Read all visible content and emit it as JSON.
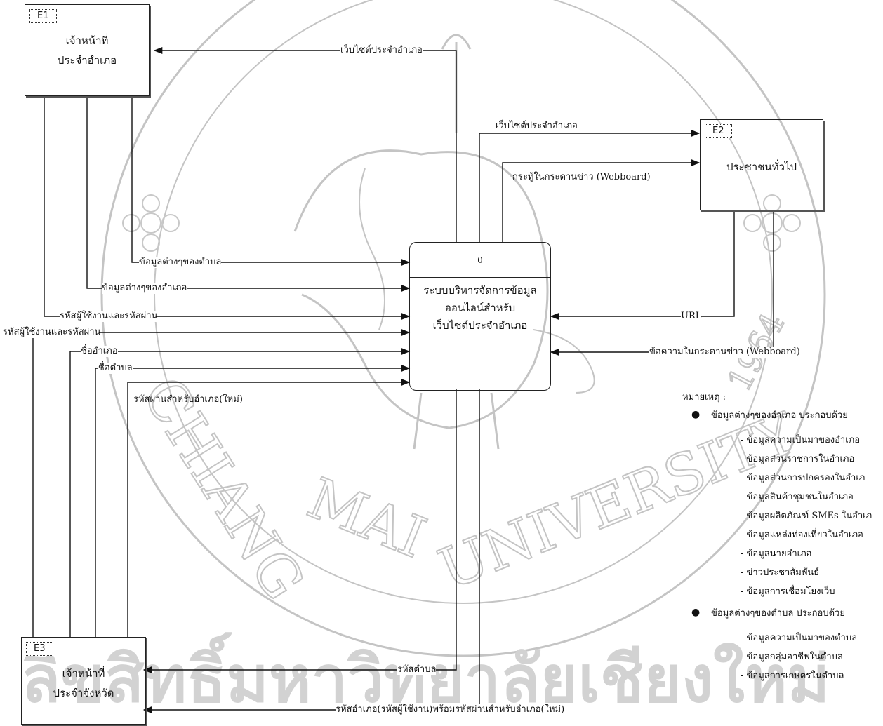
{
  "entities": {
    "e1": {
      "id": "E1",
      "name_line1": "เจ้าหน้าที่",
      "name_line2": "ประจำอำเภอ"
    },
    "e2": {
      "id": "E2",
      "name_line1": "ประชาชนทั่วไป",
      "name_line2": ""
    },
    "e3": {
      "id": "E3",
      "name_line1": "เจ้าหน้าที่",
      "name_line2": "ประจำจังหวัด"
    }
  },
  "process": {
    "id": "0",
    "name_line1": "ระบบบริหารจัดการข้อมูล",
    "name_line2": "ออนไลน์สำหรับ",
    "name_line3": "เว็บไซต์ประจำอำเภอ"
  },
  "flows": {
    "web_to_e1": "เว็บไซต์ประจำอำเภอ",
    "web_to_e2": "เว็บไซต์ประจำอำเภอ",
    "webboard_to_e2": "กระทู้ในกระดานข่าว (Webboard)",
    "tambon_info": "ข้อมูลต่างๆของตำบล",
    "amphoe_info": "ข้อมูลต่างๆของอำเภอ",
    "userpass_e1": "รหัสผู้ใช้งานและรหัสผ่าน",
    "userpass_e3": "รหัสผู้ใช้งานและรหัสผ่าน",
    "amphoe_name": "ชื่ออำเภอ",
    "tambon_name": "ชื่อตำบล",
    "new_password": "รหัสผ่านสำหรับอำเภอ(ใหม่)",
    "url": "URL",
    "webboard_msg": "ข้อความในกระดานข่าว (Webboard)",
    "tambon_code": "รหัสตำบล",
    "amphoe_code": "รหัสอำเภอ(รหัสผู้ใช้งาน)พร้อมรหัสผ่านสำหรับอำเภอ(ใหม่)"
  },
  "notes": {
    "title": "หมายเหตุ :",
    "group1_title": "ข้อมูลต่างๆของอำเภอ ประกอบด้วย",
    "group1_items": [
      "- ข้อมูลความเป็นมาของอำเภอ",
      "- ข้อมูลส่วนราชการในอำเภอ",
      "- ข้อมูลส่วนการปกครองในอำเภ",
      "- ข้อมูลสินค้าชุมชนในอำเภอ",
      "- ข้อมูลผลิตภัณฑ์ SMEs ในอำเภ",
      "- ข้อมูลแหล่งท่องเที่ยวในอำเภอ",
      "- ข้อมูลนายอำเภอ",
      "- ข่าวประชาสัมพันธ์",
      "- ข้อมูลการเชื่อมโยงเว็บ"
    ],
    "group2_title": "ข้อมูลต่างๆของตำบล ประกอบด้วย",
    "group2_items": [
      "- ข้อมูลความเป็นมาของตำบล",
      "- ข้อมูลกลุ่มอาชีพในตำบล",
      "- ข้อมูลการเกษตรในตำบล"
    ]
  },
  "watermark": {
    "arc_text": "CHIANG MAI UNIVERSITY",
    "year": "1964",
    "bottom_text": "ลิขสิทธิ์มหาวิทยาลัยเชียงใหม่",
    "colors": {
      "seal": "#bdbdbd",
      "bottom": "#d0d0d0"
    }
  }
}
